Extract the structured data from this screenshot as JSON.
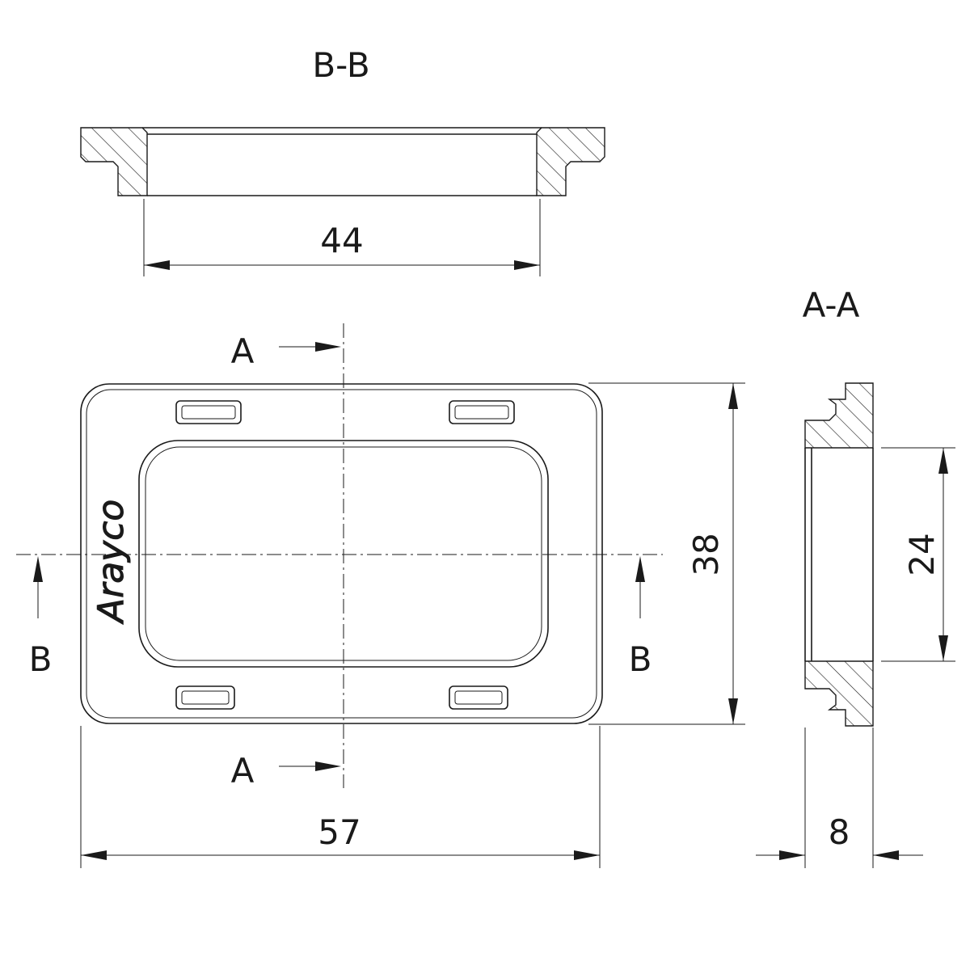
{
  "sections": {
    "bb_title": "B-B",
    "aa_title": "A-A"
  },
  "cut_marks": {
    "a_top": "A",
    "a_bottom": "A",
    "b_left": "B",
    "b_right": "B"
  },
  "dimensions": {
    "inner_width": "44",
    "overall_width": "57",
    "overall_height": "38",
    "inner_height": "24",
    "depth": "8"
  },
  "logo": {
    "text": "Arayco"
  }
}
